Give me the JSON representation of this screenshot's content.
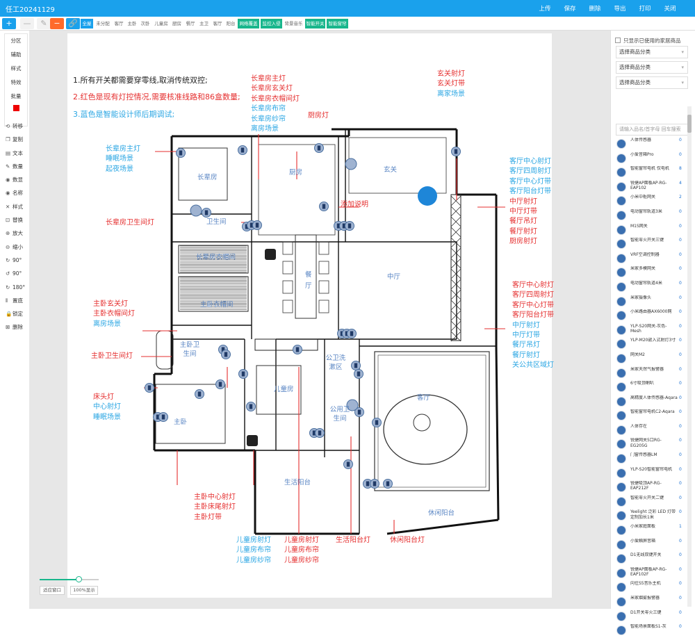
{
  "app": {
    "title": "任工20241129"
  },
  "menu": [
    "上传",
    "保存",
    "删除",
    "导出",
    "打印",
    "关闭"
  ],
  "toolbar": {
    "buttons": [
      {
        "label": "+",
        "bg": "#1aa1ec"
      },
      {
        "label": "—",
        "bg": "#f2f2f2"
      },
      {
        "label": "✎",
        "bg": "#f2f2f2"
      },
      {
        "label": "−",
        "bg": "#ff6a2a"
      },
      {
        "label": "🔗",
        "bg": "#1aa1ec"
      }
    ],
    "chips": [
      {
        "label": "全屋",
        "style": "sel"
      },
      {
        "label": "未分配",
        "style": ""
      },
      {
        "label": "客厅",
        "style": ""
      },
      {
        "label": "主卧",
        "style": ""
      },
      {
        "label": "次卧",
        "style": ""
      },
      {
        "label": "儿童房",
        "style": ""
      },
      {
        "label": "厨房",
        "style": ""
      },
      {
        "label": "餐厅",
        "style": ""
      },
      {
        "label": "主卫",
        "style": ""
      },
      {
        "label": "客厅",
        "style": ""
      },
      {
        "label": "阳台",
        "style": ""
      },
      {
        "label": "网络覆盖",
        "style": "grn"
      },
      {
        "label": "监控入侵",
        "style": "grn"
      },
      {
        "label": "背景音乐",
        "style": ""
      },
      {
        "label": "智能开关",
        "style": "grn"
      },
      {
        "label": "智能窗帘",
        "style": "grn"
      }
    ]
  },
  "left_tools": [
    "分区",
    "辅助",
    "样式",
    "特效",
    "批量"
  ],
  "left_ops": [
    {
      "icon": "⟲",
      "label": "转移"
    },
    {
      "icon": "❐",
      "label": "复制"
    },
    {
      "icon": "▤",
      "label": "文本"
    },
    {
      "icon": "✎",
      "label": "数量"
    },
    {
      "icon": "◉",
      "label": "数显"
    },
    {
      "icon": "◉",
      "label": "名称"
    },
    {
      "icon": "✕",
      "label": "样式"
    },
    {
      "icon": "⊡",
      "label": "替换"
    },
    {
      "icon": "⊕",
      "label": "放大"
    },
    {
      "icon": "⊖",
      "label": "缩小"
    },
    {
      "icon": "↻",
      "label": "90°"
    },
    {
      "icon": "↺",
      "label": "90°"
    },
    {
      "icon": "↻",
      "label": "180°"
    },
    {
      "icon": "⫴",
      "label": "置底"
    },
    {
      "icon": "🔒",
      "label": "锁定"
    },
    {
      "icon": "⊠",
      "label": "删除"
    }
  ],
  "notes": [
    {
      "text": "1.所有开关都需要穿零线,取消传统双控;",
      "color": "#222"
    },
    {
      "text": "2.红色是现有灯控情况,需要核准线路和86盒数量;",
      "color": "#e52f2f"
    },
    {
      "text": "3.蓝色是智能设计师后期调试;",
      "color": "#2aa6e3"
    }
  ],
  "labels": [
    {
      "lines": [
        {
          "t": "长辈房主灯",
          "c": "red"
        },
        {
          "t": "长辈房玄关灯",
          "c": "red"
        },
        {
          "t": "长辈房衣帽间灯",
          "c": "red"
        },
        {
          "t": "长辈房布帘",
          "c": "blue"
        },
        {
          "t": "长辈房纱帘",
          "c": "blue"
        },
        {
          "t": "离房场景",
          "c": "blue"
        }
      ]
    },
    {
      "lines": [
        {
          "t": "厨房灯",
          "c": "red"
        }
      ]
    },
    {
      "lines": [
        {
          "t": "玄关射灯",
          "c": "red"
        },
        {
          "t": "玄关灯带",
          "c": "red"
        },
        {
          "t": "离家场景",
          "c": "blue"
        }
      ]
    },
    {
      "lines": [
        {
          "t": "长辈房主灯",
          "c": "blue"
        },
        {
          "t": "睡眠场景",
          "c": "blue"
        },
        {
          "t": "起夜场景",
          "c": "blue"
        }
      ]
    },
    {
      "lines": [
        {
          "t": "客厅中心射灯",
          "c": "blue"
        },
        {
          "t": "客厅四周射灯",
          "c": "blue"
        },
        {
          "t": "客厅中心灯带",
          "c": "blue"
        },
        {
          "t": "客厅阳台灯带",
          "c": "blue"
        },
        {
          "t": "中厅射灯",
          "c": "red"
        },
        {
          "t": "中厅灯带",
          "c": "red"
        },
        {
          "t": "餐厅吊灯",
          "c": "red"
        },
        {
          "t": "餐厅射灯",
          "c": "red"
        },
        {
          "t": "厨房射灯",
          "c": "red"
        }
      ]
    },
    {
      "lines": [
        {
          "t": "添加说明",
          "c": "red"
        }
      ]
    },
    {
      "lines": [
        {
          "t": "长辈房卫生间灯",
          "c": "red"
        }
      ]
    },
    {
      "lines": [
        {
          "t": "客厅中心射灯",
          "c": "red"
        },
        {
          "t": "客厅四周射灯",
          "c": "red"
        },
        {
          "t": "客厅中心灯带",
          "c": "red"
        },
        {
          "t": "客厅阳台灯带",
          "c": "red"
        },
        {
          "t": "中厅射灯",
          "c": "blue"
        },
        {
          "t": "中厅灯带",
          "c": "blue"
        },
        {
          "t": "餐厅吊灯",
          "c": "blue"
        },
        {
          "t": "餐厅射灯",
          "c": "blue"
        },
        {
          "t": "关公共区域灯",
          "c": "blue"
        }
      ]
    },
    {
      "lines": [
        {
          "t": "主卧玄关灯",
          "c": "red"
        },
        {
          "t": "主卧衣帽间灯",
          "c": "red"
        },
        {
          "t": "离房场景",
          "c": "blue"
        }
      ]
    },
    {
      "lines": [
        {
          "t": "主卧卫生间灯",
          "c": "red"
        }
      ]
    },
    {
      "lines": [
        {
          "t": "床头灯",
          "c": "red"
        },
        {
          "t": "中心射灯",
          "c": "blue"
        },
        {
          "t": "睡眠场景",
          "c": "blue"
        }
      ]
    },
    {
      "lines": [
        {
          "t": "主卧中心射灯",
          "c": "red"
        },
        {
          "t": "主卧床尾射灯",
          "c": "red"
        },
        {
          "t": "主卧灯带",
          "c": "red"
        }
      ]
    },
    {
      "lines": [
        {
          "t": "儿童房射灯",
          "c": "blue"
        },
        {
          "t": "儿童房布帘",
          "c": "blue"
        },
        {
          "t": "儿童房纱帘",
          "c": "blue"
        }
      ]
    },
    {
      "lines": [
        {
          "t": "儿童房射灯",
          "c": "red"
        },
        {
          "t": "儿童房布帘",
          "c": "red"
        },
        {
          "t": "儿童房纱帘",
          "c": "red"
        }
      ]
    },
    {
      "lines": [
        {
          "t": "生活阳台灯",
          "c": "red"
        }
      ]
    },
    {
      "lines": [
        {
          "t": "休闲阳台灯",
          "c": "red"
        }
      ]
    }
  ],
  "rooms": [
    "长辈房",
    "厨房",
    "玄关",
    "卫生间",
    "长辈房衣帽间",
    "餐厅",
    "中厅",
    "主卧衣帽间",
    "主卧卫生间",
    "儿童房",
    "公卫洗漱区",
    "公用卫生间",
    "客厅",
    "主卧",
    "生活阳台",
    "休闲阳台"
  ],
  "zoom": {
    "fit_label": "适应窗口",
    "full_label": "100%显示",
    "level": 0.66
  },
  "right": {
    "filter_label": "只显示已使用的家居商品",
    "selects": [
      "选择商品分类",
      "选择商品分类",
      "选择商品分类"
    ],
    "search_placeholder": "请输入品名/首字母 回车搜索",
    "products": [
      {
        "name": "人体传感器",
        "count": "0"
      },
      {
        "name": "小爱音箱Pro",
        "count": "0"
      },
      {
        "name": "智能窗帘电机 仅电机",
        "count": "8"
      },
      {
        "name": "锐捷AP面板AP-RG-EAP102",
        "count": "4"
      },
      {
        "name": "小米中枢网关",
        "count": "2"
      },
      {
        "name": "电动窗帘轨道3米",
        "count": "0"
      },
      {
        "name": "M1S网关",
        "count": "0"
      },
      {
        "name": "智能零火开关三键",
        "count": "0"
      },
      {
        "name": "VRF空调控制器",
        "count": "0"
      },
      {
        "name": "米家多模网关",
        "count": "0"
      },
      {
        "name": "电动窗帘轨道4米",
        "count": "0"
      },
      {
        "name": "米家摄像头",
        "count": "0"
      },
      {
        "name": "小米路由器AX6000网",
        "count": "0"
      },
      {
        "name": "YLP-S20网关-灰色-Mesh",
        "count": "0"
      },
      {
        "name": "YLP-M20嵌入式射灯3寸",
        "count": "0"
      },
      {
        "name": "网关M2",
        "count": "0"
      },
      {
        "name": "米家天然气报警器",
        "count": "0"
      },
      {
        "name": "6寸吸顶喇叭",
        "count": "0"
      },
      {
        "name": "高精度人体传感器-Aqara",
        "count": "0"
      },
      {
        "name": "智能窗帘电机C2-Aqara",
        "count": "0"
      },
      {
        "name": "人体存在",
        "count": "0"
      },
      {
        "name": "锐捷网关5口RG-EG205G",
        "count": "0"
      },
      {
        "name": "门窗传感器LM",
        "count": "0"
      },
      {
        "name": "YLP-S20智能窗帘电机",
        "count": "0"
      },
      {
        "name": "锐捷吸顶AP-RG-EAP212F",
        "count": "0"
      },
      {
        "name": "智能零火开关二键",
        "count": "0"
      },
      {
        "name": "Yeelight 泛彩 LED 灯带定制加长1米",
        "count": "0"
      },
      {
        "name": "小米家庭面板",
        "count": "1"
      },
      {
        "name": "小爱触屏音箱",
        "count": "0"
      },
      {
        "name": "D1无线双键开关",
        "count": "0"
      },
      {
        "name": "锐捷AP面板AP-RG-EAP102F",
        "count": "0"
      },
      {
        "name": "向往S5音乐主机",
        "count": "0"
      },
      {
        "name": "米家烟雾报警器",
        "count": "0"
      },
      {
        "name": "D1开关零火三键",
        "count": "0"
      },
      {
        "name": "智能场景面板S1-灰",
        "count": "0"
      }
    ]
  },
  "colors": {
    "primary": "#1aa1ec",
    "accent_green": "#18b68c",
    "accent_orange": "#ff6a2a",
    "annotation_red": "#e52f2f",
    "annotation_blue": "#2aa6e3",
    "room_text": "#5a86c4"
  }
}
